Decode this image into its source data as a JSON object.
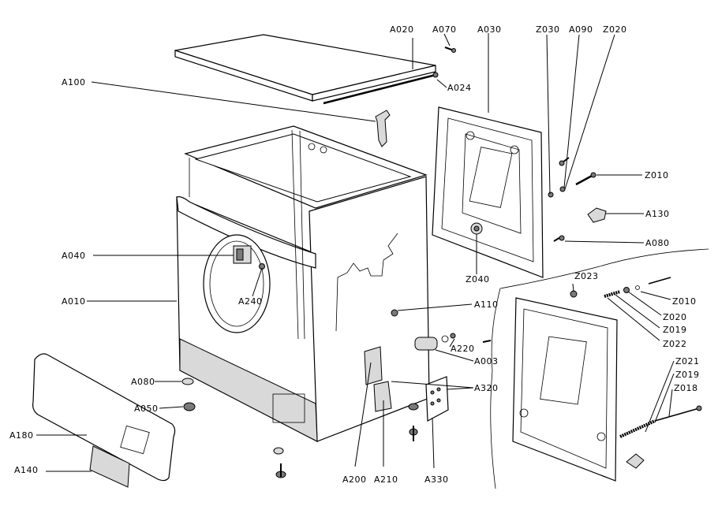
{
  "labels": {
    "a020": "A020",
    "a070": "A070",
    "a030": "A030",
    "z030": "Z030",
    "a090": "A090",
    "z020_top": "Z020",
    "a100": "A100",
    "a024": "A024",
    "z010_a": "Z010",
    "a130": "A130",
    "a080_r": "A080",
    "a040": "A040",
    "a240": "A240",
    "z040": "Z040",
    "z023": "Z023",
    "z010_b": "Z010",
    "a010": "A010",
    "a110": "A110",
    "z020_b": "Z020",
    "z019_a": "Z019",
    "z022": "Z022",
    "a220": "A220",
    "a003": "A003",
    "z021": "Z021",
    "z019_b": "Z019",
    "z018": "Z018",
    "a080_l": "A080",
    "a320": "A320",
    "a050": "A050",
    "a180": "A180",
    "a140": "A140",
    "a200": "A200",
    "a210": "A210",
    "a330": "A330"
  }
}
